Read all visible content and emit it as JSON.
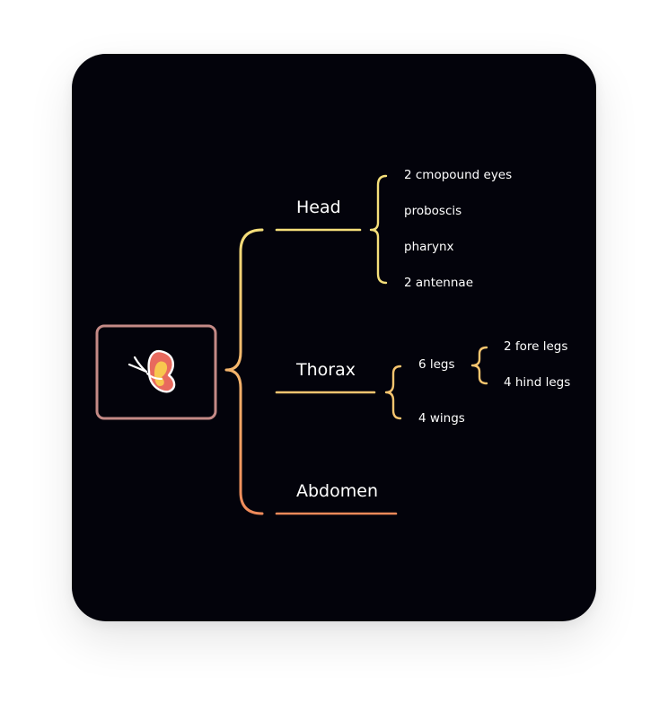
{
  "diagram": {
    "root": {
      "icon": "butterfly-icon"
    },
    "branches": [
      {
        "label": "Head",
        "children": [
          "2 cmopound eyes",
          "proboscis",
          "pharynx",
          "2 antennae"
        ]
      },
      {
        "label": "Thorax",
        "children": [
          {
            "label": "6 legs",
            "children": [
              "2 fore legs",
              "4 hind legs"
            ]
          },
          {
            "label": "4 wings"
          }
        ]
      },
      {
        "label": "Abdomen"
      }
    ]
  },
  "colors": {
    "background": "#03030b",
    "root_border": "#c48a86",
    "yellow": "#f5df7a",
    "light_orange": "#f7c56f",
    "orange": "#ef8a5a",
    "text": "#ffffff"
  }
}
